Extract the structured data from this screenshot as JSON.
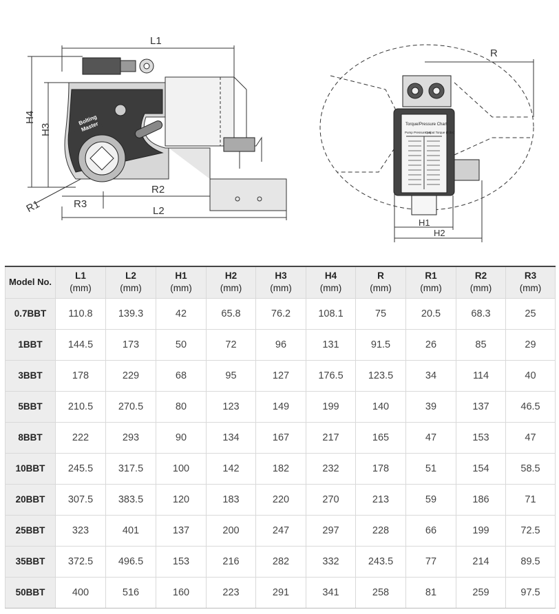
{
  "drawing": {
    "dimensions": {
      "L1": "L1",
      "L2": "L2",
      "H1": "H1",
      "H2": "H2",
      "H3": "H3",
      "H4": "H4",
      "R": "R",
      "R1": "R1",
      "R2": "R2",
      "R3": "R3"
    },
    "logo": {
      "line1": "Bolting",
      "line2": "Master"
    },
    "chart": {
      "title": "Torque/Pressure Chart",
      "col1": "Pump Pressure psi",
      "col2": "Output Torque (ft.lbs)"
    }
  },
  "table": {
    "headers": [
      {
        "label": "Model No.",
        "unit": ""
      },
      {
        "label": "L1",
        "unit": "(mm)"
      },
      {
        "label": "L2",
        "unit": "(mm)"
      },
      {
        "label": "H1",
        "unit": "(mm)"
      },
      {
        "label": "H2",
        "unit": "(mm)"
      },
      {
        "label": "H3",
        "unit": "(mm)"
      },
      {
        "label": "H4",
        "unit": "(mm)"
      },
      {
        "label": "R",
        "unit": "(mm)"
      },
      {
        "label": "R1",
        "unit": "(mm)"
      },
      {
        "label": "R2",
        "unit": "(mm)"
      },
      {
        "label": "R3",
        "unit": "(mm)"
      }
    ],
    "rows": [
      [
        "0.7BBT",
        "110.8",
        "139.3",
        "42",
        "65.8",
        "76.2",
        "108.1",
        "75",
        "20.5",
        "68.3",
        "25"
      ],
      [
        "1BBT",
        "144.5",
        "173",
        "50",
        "72",
        "96",
        "131",
        "91.5",
        "26",
        "85",
        "29"
      ],
      [
        "3BBT",
        "178",
        "229",
        "68",
        "95",
        "127",
        "176.5",
        "123.5",
        "34",
        "114",
        "40"
      ],
      [
        "5BBT",
        "210.5",
        "270.5",
        "80",
        "123",
        "149",
        "199",
        "140",
        "39",
        "137",
        "46.5"
      ],
      [
        "8BBT",
        "222",
        "293",
        "90",
        "134",
        "167",
        "217",
        "165",
        "47",
        "153",
        "47"
      ],
      [
        "10BBT",
        "245.5",
        "317.5",
        "100",
        "142",
        "182",
        "232",
        "178",
        "51",
        "154",
        "58.5"
      ],
      [
        "20BBT",
        "307.5",
        "383.5",
        "120",
        "183",
        "220",
        "270",
        "213",
        "59",
        "186",
        "71"
      ],
      [
        "25BBT",
        "323",
        "401",
        "137",
        "200",
        "247",
        "297",
        "228",
        "66",
        "199",
        "72.5"
      ],
      [
        "35BBT",
        "372.5",
        "496.5",
        "153",
        "216",
        "282",
        "332",
        "243.5",
        "77",
        "214",
        "89.5"
      ],
      [
        "50BBT",
        "400",
        "516",
        "160",
        "223",
        "291",
        "341",
        "258",
        "81",
        "259",
        "97.5"
      ]
    ]
  }
}
